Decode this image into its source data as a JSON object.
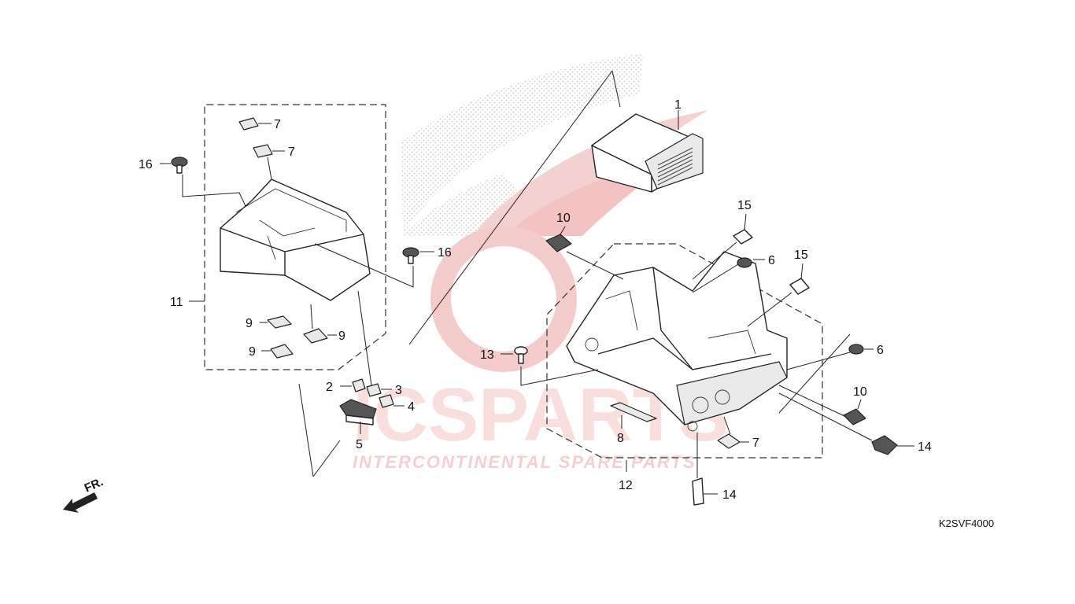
{
  "diagram": {
    "drawing_code": "K2SVF4000",
    "front_indicator": "FR.",
    "watermark": {
      "brand": "ICSPARTS",
      "tagline": "INTERCONTINENTAL SPARE PARTS",
      "color": "#e23b3b"
    },
    "callouts": [
      {
        "id": "c1",
        "text": "1"
      },
      {
        "id": "c2",
        "text": "2"
      },
      {
        "id": "c3",
        "text": "3"
      },
      {
        "id": "c4",
        "text": "4"
      },
      {
        "id": "c5",
        "text": "5"
      },
      {
        "id": "c6a",
        "text": "6"
      },
      {
        "id": "c6b",
        "text": "6"
      },
      {
        "id": "c7a",
        "text": "7"
      },
      {
        "id": "c7b",
        "text": "7"
      },
      {
        "id": "c7c",
        "text": "7"
      },
      {
        "id": "c8",
        "text": "8"
      },
      {
        "id": "c9a",
        "text": "9"
      },
      {
        "id": "c9b",
        "text": "9"
      },
      {
        "id": "c9c",
        "text": "9"
      },
      {
        "id": "c10a",
        "text": "10"
      },
      {
        "id": "c10b",
        "text": "10"
      },
      {
        "id": "c11",
        "text": "11"
      },
      {
        "id": "c12",
        "text": "12"
      },
      {
        "id": "c13",
        "text": "13"
      },
      {
        "id": "c14a",
        "text": "14"
      },
      {
        "id": "c14b",
        "text": "14"
      },
      {
        "id": "c15a",
        "text": "15"
      },
      {
        "id": "c15b",
        "text": "15"
      },
      {
        "id": "c16a",
        "text": "16"
      },
      {
        "id": "c16b",
        "text": "16"
      }
    ]
  }
}
